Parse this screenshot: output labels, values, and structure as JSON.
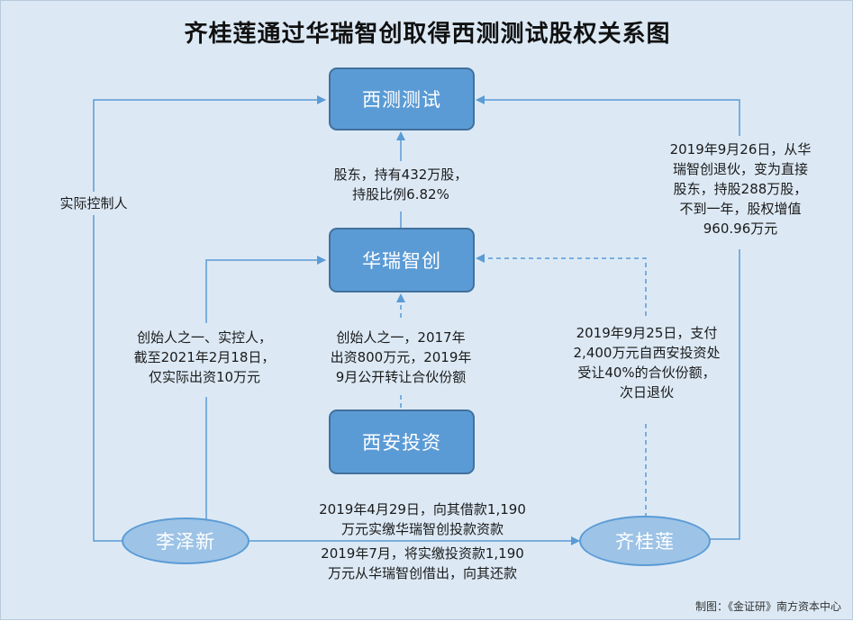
{
  "title": "齐桂莲通过华瑞智创取得西测测试股权关系图",
  "nodes": {
    "xice": "西测测试",
    "huarui": "华瑞智创",
    "xian": "西安投资",
    "li": "李泽新",
    "qi": "齐桂莲"
  },
  "labels": {
    "actual_controller": "实际控制人",
    "shareholder": [
      "股东，持有432万股，",
      "持股比例6.82%"
    ],
    "li_founder": [
      "创始人之一、实控人，",
      "截至2021年2月18日，",
      "仅实际出资10万元"
    ],
    "xian_founder": [
      "创始人之一，2017年",
      "出资800万元，2019年",
      "9月公开转让合伙份额"
    ],
    "qi_buy": [
      "2019年9月25日，支付",
      "2,400万元自西安投资处",
      "受让40%的合伙份额，",
      "次日退伙"
    ],
    "qi_exit": [
      "2019年9月26日，从华",
      "瑞智创退伙，变为直接",
      "股东，持股288万股，",
      "不到一年，股权增值",
      "960.96万元"
    ],
    "loan": [
      "2019年4月29日，向其借款1,190",
      "万元实缴华瑞智创投款资款",
      "2019年7月，将实缴投资款1,190",
      "万元从华瑞智创借出，向其还款"
    ]
  },
  "credit": "制图：《金证研》南方资本中心",
  "colors": {
    "background": "#dce9f5",
    "box_fill": "#5b9bd5",
    "box_border": "#41719c",
    "ellipse_fill": "#9dc3e6",
    "line": "#5b9bd5"
  }
}
